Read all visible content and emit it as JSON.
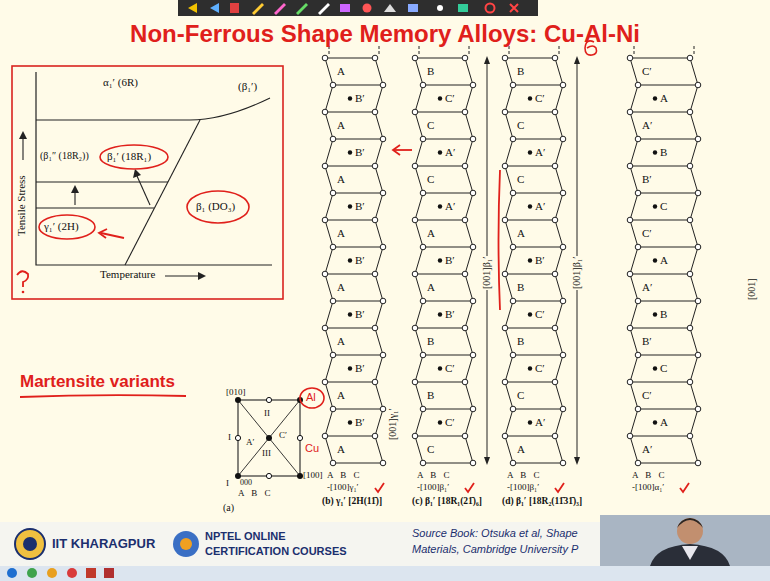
{
  "diagram": {
    "title": "Non-Ferrous Shape Memory Alloys: Cu-Al-Ni",
    "labels": [
      "α₁′ (6R)",
      "(β₁′)",
      "(β₁″ (18R₂))",
      "β₁′ (18R₁)",
      "β₁ (DO₃)",
      "γ₁′ (2H)",
      "Tensile Stress",
      "Temperature",
      "Martensite variants",
      "[010]",
      "I",
      "II",
      "III",
      "A′",
      "C′",
      "000",
      "I",
      "A B C",
      "[100]",
      "Al",
      "Cu",
      "(a)",
      "A",
      "B′",
      "A",
      "B′",
      "A",
      "B′",
      "A",
      "B′",
      "A",
      "B′",
      "A",
      "B′",
      "A",
      "B′",
      "A",
      "A B C",
      "-[100]γ₁′",
      "(b) γ₁′ [2H(11̄)]",
      "[001]γ₁′",
      "B",
      "C′",
      "C",
      "A′",
      "C",
      "A′",
      "A",
      "B′",
      "A",
      "B′",
      "B",
      "C′",
      "B",
      "C′",
      "C",
      "A B C",
      "-[100]β₁′",
      "(c) β₁′ [18R₁(21̄)₆]",
      "[001]β₁′",
      "B",
      "C′",
      "C",
      "A′",
      "C",
      "A′",
      "A",
      "B′",
      "B",
      "C′",
      "B",
      "C′",
      "C",
      "A′",
      "A",
      "A B C",
      "-[100]β₁′",
      "(d) β₁′ [18R₂(11̄31̄)₃]",
      "[001]β₁′",
      "C′",
      "A",
      "A′",
      "B",
      "B′",
      "C",
      "C′",
      "A",
      "A′",
      "B",
      "B′",
      "C",
      "C′",
      "A",
      "A′",
      "A B C",
      "-[100]α₁′",
      "[001]",
      "IIT KHARAGPUR",
      "NPTEL ONLINE",
      "CERTIFICATION COURSES",
      "Source Book: Otsuka et al, Shape",
      "Materials, Cambridge University P"
    ]
  }
}
